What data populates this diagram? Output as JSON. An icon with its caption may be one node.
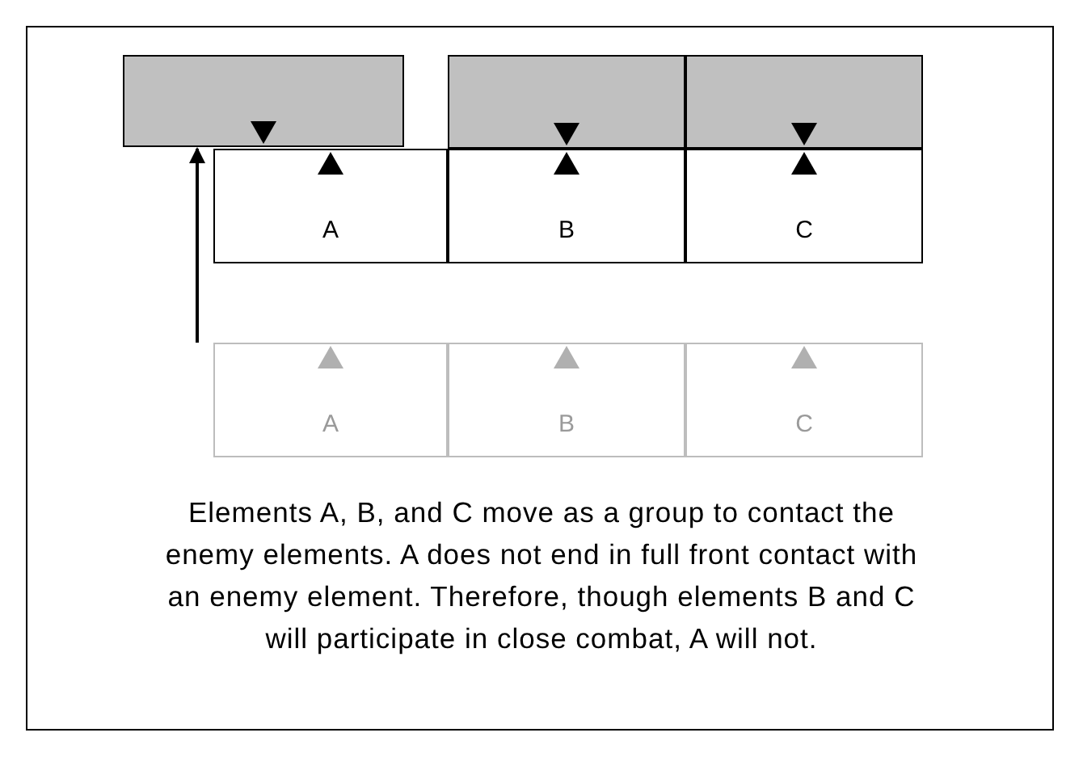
{
  "diagram": {
    "caption": "Elements A, B, and C move as a group to contact the enemy elements.  A does not end in full front contact with an enemy element. Therefore, though elements B and C will participate in close combat, A will not.",
    "nodes": [
      {
        "text": [],
        "shape": "box"
      },
      {
        "text": [],
        "shape": "box"
      },
      {
        "text": [],
        "shape": "box"
      },
      {
        "text": [
          "A"
        ]
      },
      {
        "text": [
          "B"
        ]
      },
      {
        "text": [
          "C"
        ]
      },
      {
        "text": [
          "A"
        ]
      },
      {
        "text": [
          "B"
        ]
      },
      {
        "text": [
          "C"
        ]
      }
    ],
    "edges": [
      {
        "from": 6,
        "to": 0,
        "arrow": "to"
      }
    ]
  }
}
